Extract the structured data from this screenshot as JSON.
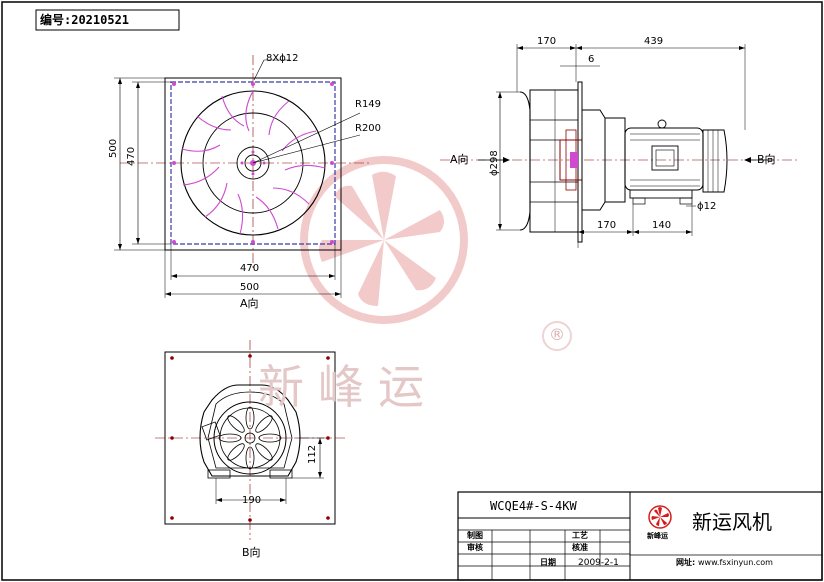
{
  "doc_number": {
    "label": "编号:",
    "value": "20210521"
  },
  "front_view": {
    "hole_spec": "8Xϕ12",
    "radius_inner": "R149",
    "radius_outer": "R200",
    "dim_height_outer": "500",
    "dim_height_inner": "470",
    "dim_width_inner": "470",
    "dim_width_outer": "500",
    "view_label": "A向"
  },
  "side_view": {
    "dim_top_left": "170",
    "dim_top_right": "439",
    "dim_flange": "6",
    "dim_diameter": "ϕ298",
    "dim_bottom_left": "170",
    "dim_bottom_right": "140",
    "dim_bolt": "ϕ12",
    "arrow_left": "A向",
    "arrow_right": "B向"
  },
  "rear_view": {
    "dim_height": "112",
    "dim_width": "190",
    "view_label": "B向"
  },
  "title_block": {
    "model": "WCQE4#-S-4KW",
    "rows": [
      {
        "left": "制图",
        "right": "工艺"
      },
      {
        "left": "审核",
        "right": "核准"
      },
      {
        "left": "",
        "right": "日期"
      }
    ],
    "date": "2009-2-1",
    "company_logo_text": "新峰运",
    "company_name": "新运风机",
    "website_label": "网址:",
    "website": "www.fsxinyun.com"
  },
  "watermark": {
    "text": "新峰运",
    "registered": "®"
  },
  "colors": {
    "line": "#000000",
    "detail": "#8b0000",
    "blue_frame": "#3a3aa8",
    "magenta": "#d04ad0",
    "watermark": "#e8b0b0",
    "logo_red": "#d41e1e"
  }
}
